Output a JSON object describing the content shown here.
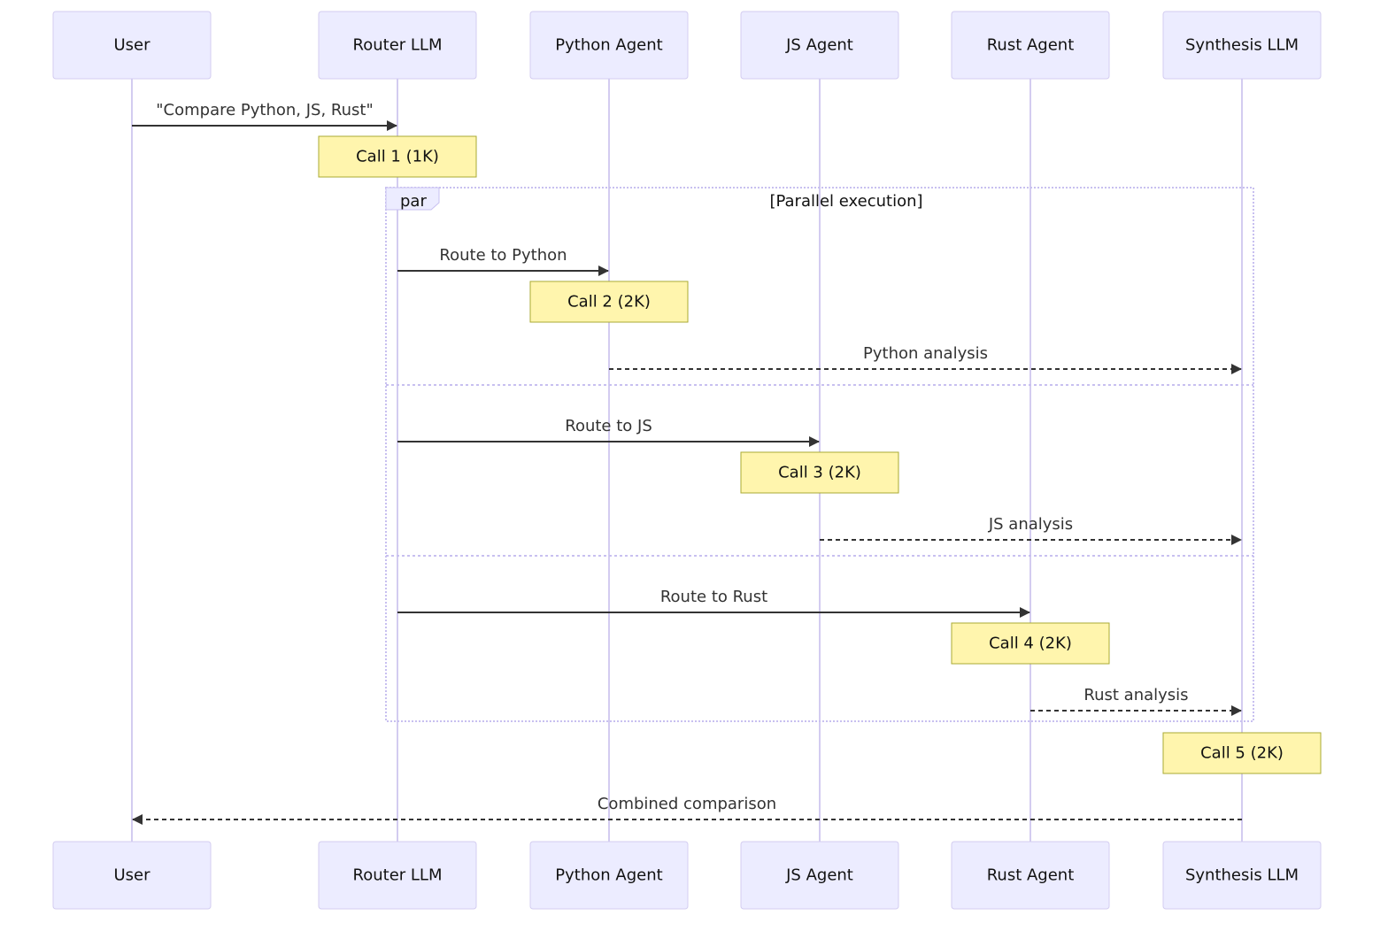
{
  "actors": [
    {
      "id": "user",
      "label": "User"
    },
    {
      "id": "router",
      "label": "Router LLM"
    },
    {
      "id": "python",
      "label": "Python Agent"
    },
    {
      "id": "js",
      "label": "JS Agent"
    },
    {
      "id": "rust",
      "label": "Rust Agent"
    },
    {
      "id": "synthesis",
      "label": "Synthesis LLM"
    }
  ],
  "messages": [
    {
      "id": "m1",
      "from": "user",
      "to": "router",
      "label": "\"Compare Python, JS, Rust\"",
      "style": "solid"
    },
    {
      "id": "m2",
      "from": "router",
      "to": "python",
      "label": "Route to Python",
      "style": "solid"
    },
    {
      "id": "m3",
      "from": "python",
      "to": "synthesis",
      "label": "Python analysis",
      "style": "dashed"
    },
    {
      "id": "m4",
      "from": "router",
      "to": "js",
      "label": "Route to JS",
      "style": "solid"
    },
    {
      "id": "m5",
      "from": "js",
      "to": "synthesis",
      "label": "JS analysis",
      "style": "dashed"
    },
    {
      "id": "m6",
      "from": "router",
      "to": "rust",
      "label": "Route to Rust",
      "style": "solid"
    },
    {
      "id": "m7",
      "from": "rust",
      "to": "synthesis",
      "label": "Rust analysis",
      "style": "dashed"
    },
    {
      "id": "m8",
      "from": "synthesis",
      "to": "user",
      "label": "Combined comparison",
      "style": "dashed"
    }
  ],
  "notes": [
    {
      "id": "n1",
      "over": "router",
      "label": "Call 1 (1K)"
    },
    {
      "id": "n2",
      "over": "python",
      "label": "Call 2 (2K)"
    },
    {
      "id": "n3",
      "over": "js",
      "label": "Call 3 (2K)"
    },
    {
      "id": "n4",
      "over": "rust",
      "label": "Call 4 (2K)"
    },
    {
      "id": "n5",
      "over": "synthesis",
      "label": "Call 5 (2K)"
    }
  ],
  "par_block": {
    "keyword": "par",
    "title": "[Parallel execution]"
  }
}
